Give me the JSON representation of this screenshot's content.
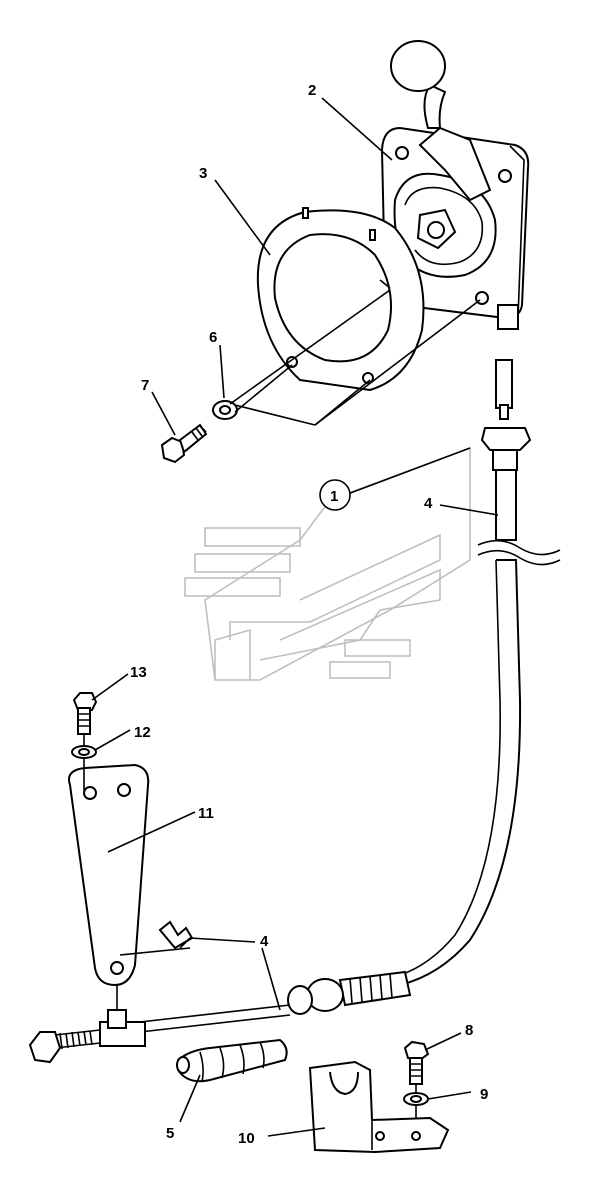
{
  "callouts": [
    {
      "id": "label-2",
      "text": "2"
    },
    {
      "id": "label-3",
      "text": "3"
    },
    {
      "id": "label-6",
      "text": "6"
    },
    {
      "id": "label-7",
      "text": "7"
    },
    {
      "id": "label-1",
      "text": "1"
    },
    {
      "id": "label-4-upper",
      "text": "4"
    },
    {
      "id": "label-13",
      "text": "13"
    },
    {
      "id": "label-12",
      "text": "12"
    },
    {
      "id": "label-11",
      "text": "11"
    },
    {
      "id": "label-4-lower",
      "text": "4"
    },
    {
      "id": "label-8",
      "text": "8"
    },
    {
      "id": "label-9",
      "text": "9"
    },
    {
      "id": "label-5",
      "text": "5"
    },
    {
      "id": "label-10",
      "text": "10"
    }
  ]
}
